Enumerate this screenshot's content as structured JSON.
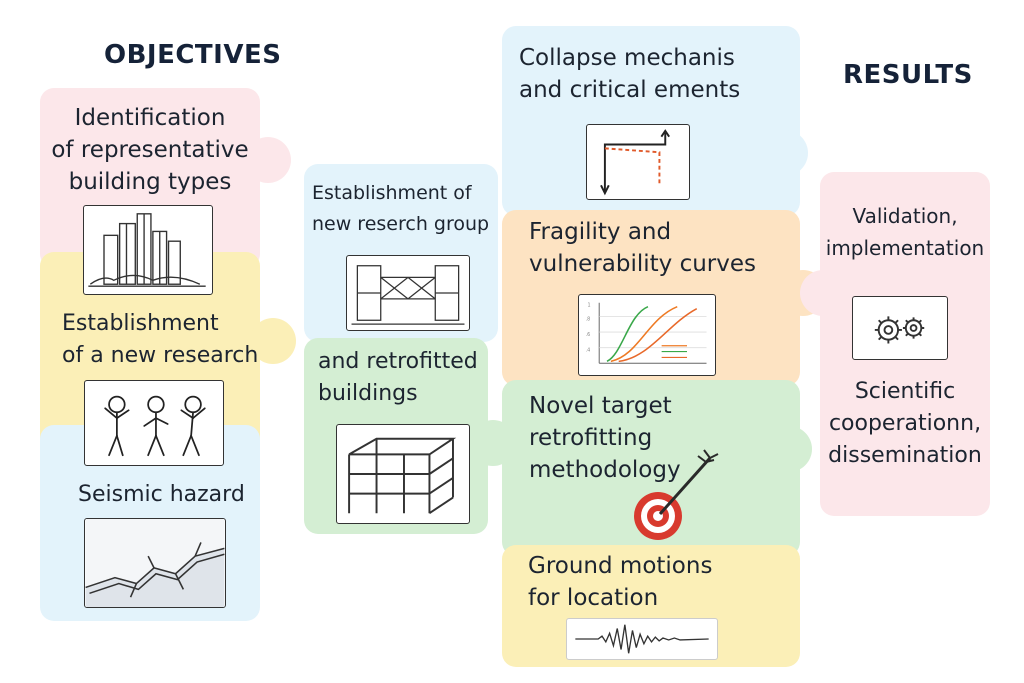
{
  "headings": {
    "objectives": "OBJECTIVES",
    "results": "RESULTS"
  },
  "left_column": [
    {
      "label": "Identification\nof representative\nbuilding types",
      "icon": "buildings-icon",
      "color": "#fce7ea"
    },
    {
      "label": "Establishment\nof a new research",
      "icon": "people-icon",
      "color": "#fbefb7"
    },
    {
      "label": "Seismic hazard",
      "icon": "ground-crack-icon",
      "color": "#e3f3fb"
    }
  ],
  "middle_column": [
    {
      "label": "Establishment of\nnew reserch group",
      "icon": "frame-structure-icon",
      "color": "#e3f3fb"
    },
    {
      "label": "and retrofitted\nbuildings",
      "icon": "building-frame-icon",
      "color": "#d4eed3"
    }
  ],
  "center_column": [
    {
      "label": "Collapse mechanis\nand critical ements",
      "icon": "collapse-curve-icon",
      "color": "#e3f3fb"
    },
    {
      "label": "Fragility and\nvulnerability curves",
      "icon": "fragility-chart-icon",
      "color": "#fde3c2"
    },
    {
      "label": "Novel target\nretrofitting\nmethodology",
      "icon": "target-icon",
      "color": "#d4eed3"
    },
    {
      "label": "Ground motions\nfor location",
      "icon": "seismogram-icon",
      "color": "#fbefb7"
    }
  ],
  "right_column": {
    "top_label": "Validation,\nimplementation",
    "bottom_label": "Scientific\ncooperationn,\ndissemination",
    "icon": "gears-icon",
    "color": "#fce7ea"
  }
}
